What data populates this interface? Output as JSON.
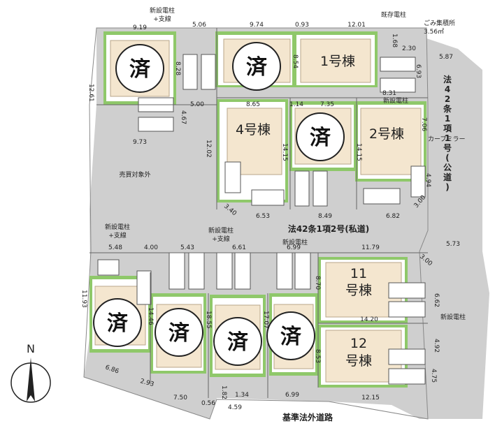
{
  "sold_mark": "済",
  "north": "N",
  "roads": {
    "east_public": "法42条1項1号(公道)",
    "private": "法42条1項2号(私道)",
    "south": "基準法外道路"
  },
  "lots": {
    "l1": "1号棟",
    "l2": "2号棟",
    "l4": "4号棟",
    "l11a": "11",
    "l11b": "号棟",
    "l12a": "12",
    "l12b": "号棟"
  },
  "labels": {
    "pole_new_stay_top": "新設電柱\n+支線",
    "pole_existing": "既存電柱",
    "garbage": "ごみ集積所\n3.56㎡",
    "pole_new_2": "新設電柱",
    "curve_mirror": "カーブミラー",
    "out_of_sale": "売買対象外",
    "pole_new_stay_left": "新設電柱\n+支線",
    "pole_new_stay_mid": "新設電柱\n+支線",
    "pole_new_mid": "新設電柱",
    "pole_new_right": "新設電柱"
  },
  "dims": {
    "d919": "9.19",
    "d506": "5.06",
    "d974": "9.74",
    "d093": "0.93",
    "d1201": "12.01",
    "d1261": "12.61",
    "d828": "8.28",
    "d854": "8.54",
    "d168": "1.68",
    "d230": "2.30",
    "d587": "5.87",
    "d693": "6.93",
    "d831": "8.31",
    "d500": "5.00",
    "d467": "4.67",
    "d973": "9.73",
    "d865": "8.65",
    "d114": "1.14",
    "d735": "7.35",
    "d706": "7.06",
    "d1202": "12.02",
    "d1415a": "14.15",
    "d1415b": "14.15",
    "d494": "4.94",
    "d340": "3.40",
    "d653": "6.53",
    "d849": "8.49",
    "d682": "6.82",
    "d300a": "3.00",
    "d548": "5.48",
    "d400": "4.00",
    "d543": "5.43",
    "d661": "6.61",
    "d699a": "6.99",
    "d1179": "11.79",
    "d573": "5.73",
    "d300b": "3.00",
    "d1193": "11.93",
    "d1446": "14.46",
    "d1855": "18.55",
    "d1707": "17.07",
    "d870": "8.70",
    "d662": "6.62",
    "d1420": "14.20",
    "d492": "4.92",
    "d853": "8.53",
    "d475": "4.75",
    "d686": "6.86",
    "d293": "2.93",
    "d750": "7.50",
    "d056": "0.56",
    "d182": "1.82",
    "d134": "1.34",
    "d699b": "6.99",
    "d1215": "12.15",
    "d459": "4.59"
  }
}
